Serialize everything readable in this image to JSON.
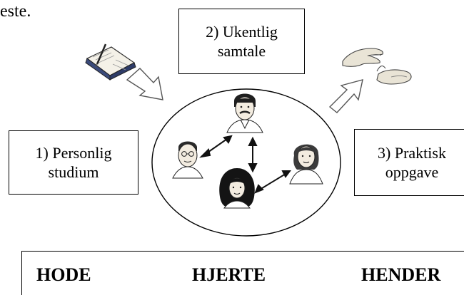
{
  "header": {
    "partial_text": "este."
  },
  "steps": {
    "weekly_conversation": {
      "line1": "2) Ukentlig",
      "line2": "samtale"
    },
    "personal_study": {
      "line1": "1) Personlig",
      "line2": "studium"
    },
    "practical_task": {
      "line1": "3) Praktisk",
      "line2": "oppgave"
    }
  },
  "footer": {
    "head": "HODE",
    "heart": "HJERTE",
    "hands": "HENDER"
  },
  "icons": {
    "study": "open-book-with-pen-icon",
    "practical": "open-hands-icon",
    "group_people": [
      "man-with-glasses-face",
      "man-with-mustache-face",
      "woman-face",
      "woman-with-long-hair-face"
    ]
  }
}
